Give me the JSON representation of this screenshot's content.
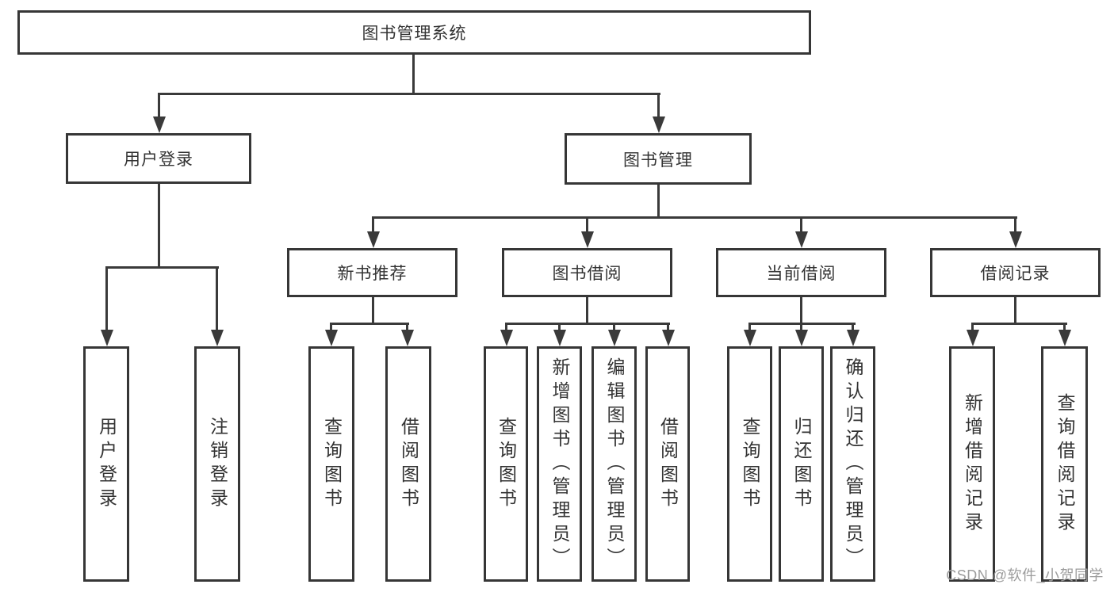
{
  "tree": {
    "root": {
      "label": "图书管理系统",
      "children": [
        {
          "label": "用户登录",
          "children": [
            {
              "label": "用户登录"
            },
            {
              "label": "注销登录"
            }
          ]
        },
        {
          "label": "图书管理",
          "children": [
            {
              "label": "新书推荐",
              "children": [
                {
                  "label": "查询图书"
                },
                {
                  "label": "借阅图书"
                }
              ]
            },
            {
              "label": "图书借阅",
              "children": [
                {
                  "label": "查询图书"
                },
                {
                  "label": "新增图书（管理员）"
                },
                {
                  "label": "编辑图书（管理员）"
                },
                {
                  "label": "借阅图书"
                }
              ]
            },
            {
              "label": "当前借阅",
              "children": [
                {
                  "label": "查询图书"
                },
                {
                  "label": "归还图书"
                },
                {
                  "label": "确认归还（管理员）"
                }
              ]
            },
            {
              "label": "借阅记录",
              "children": [
                {
                  "label": "新增借阅记录"
                },
                {
                  "label": "查询借阅记录"
                }
              ]
            }
          ]
        }
      ]
    }
  },
  "watermark": {
    "text": "CSDN @软件_小贺同学"
  },
  "colors": {
    "line": "#3a3a3a",
    "text": "#333333",
    "background": "#ffffff",
    "watermark": "#9c9c9c"
  }
}
